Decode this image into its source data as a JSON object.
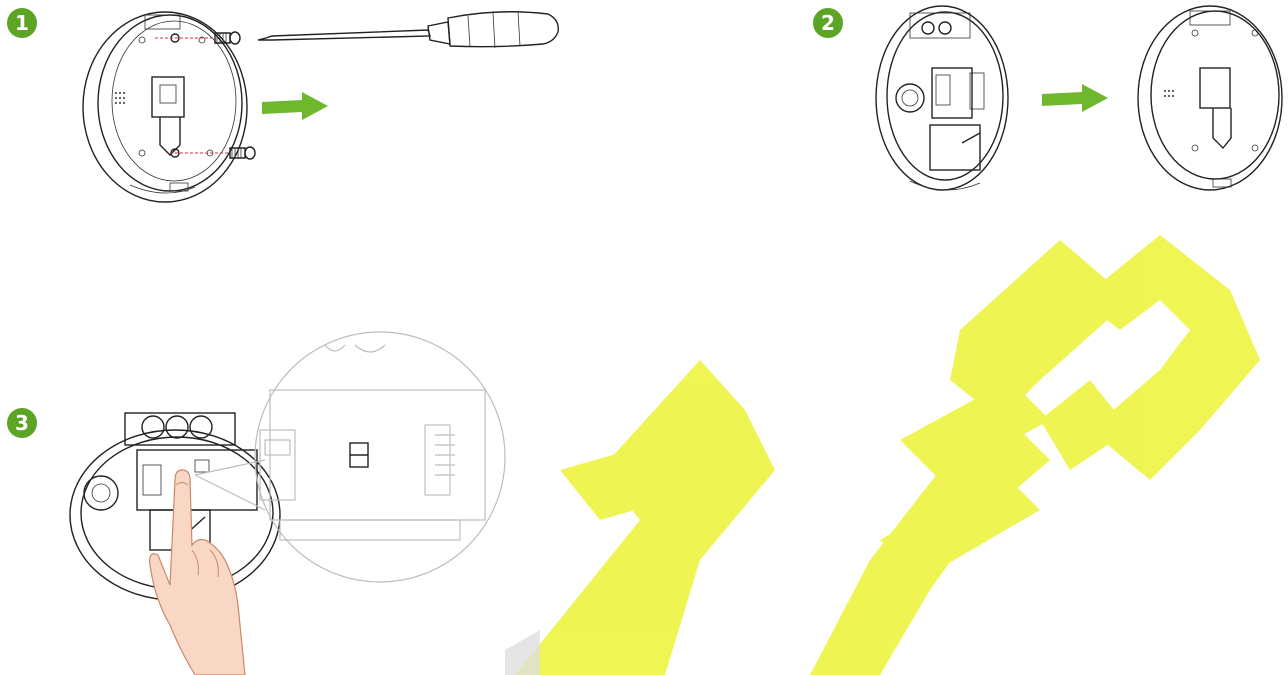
{
  "steps": [
    {
      "number": "1"
    },
    {
      "number": "2"
    },
    {
      "number": "3"
    }
  ],
  "colors": {
    "step_badge": "#5ba424",
    "arrow": "#6fb72c",
    "watermark": "#eef54a"
  },
  "icons": [
    "device-back-plate",
    "screw",
    "screwdriver",
    "arrow-right",
    "device-open-back",
    "circuit-board",
    "finger-press",
    "magnifier-zoom"
  ]
}
